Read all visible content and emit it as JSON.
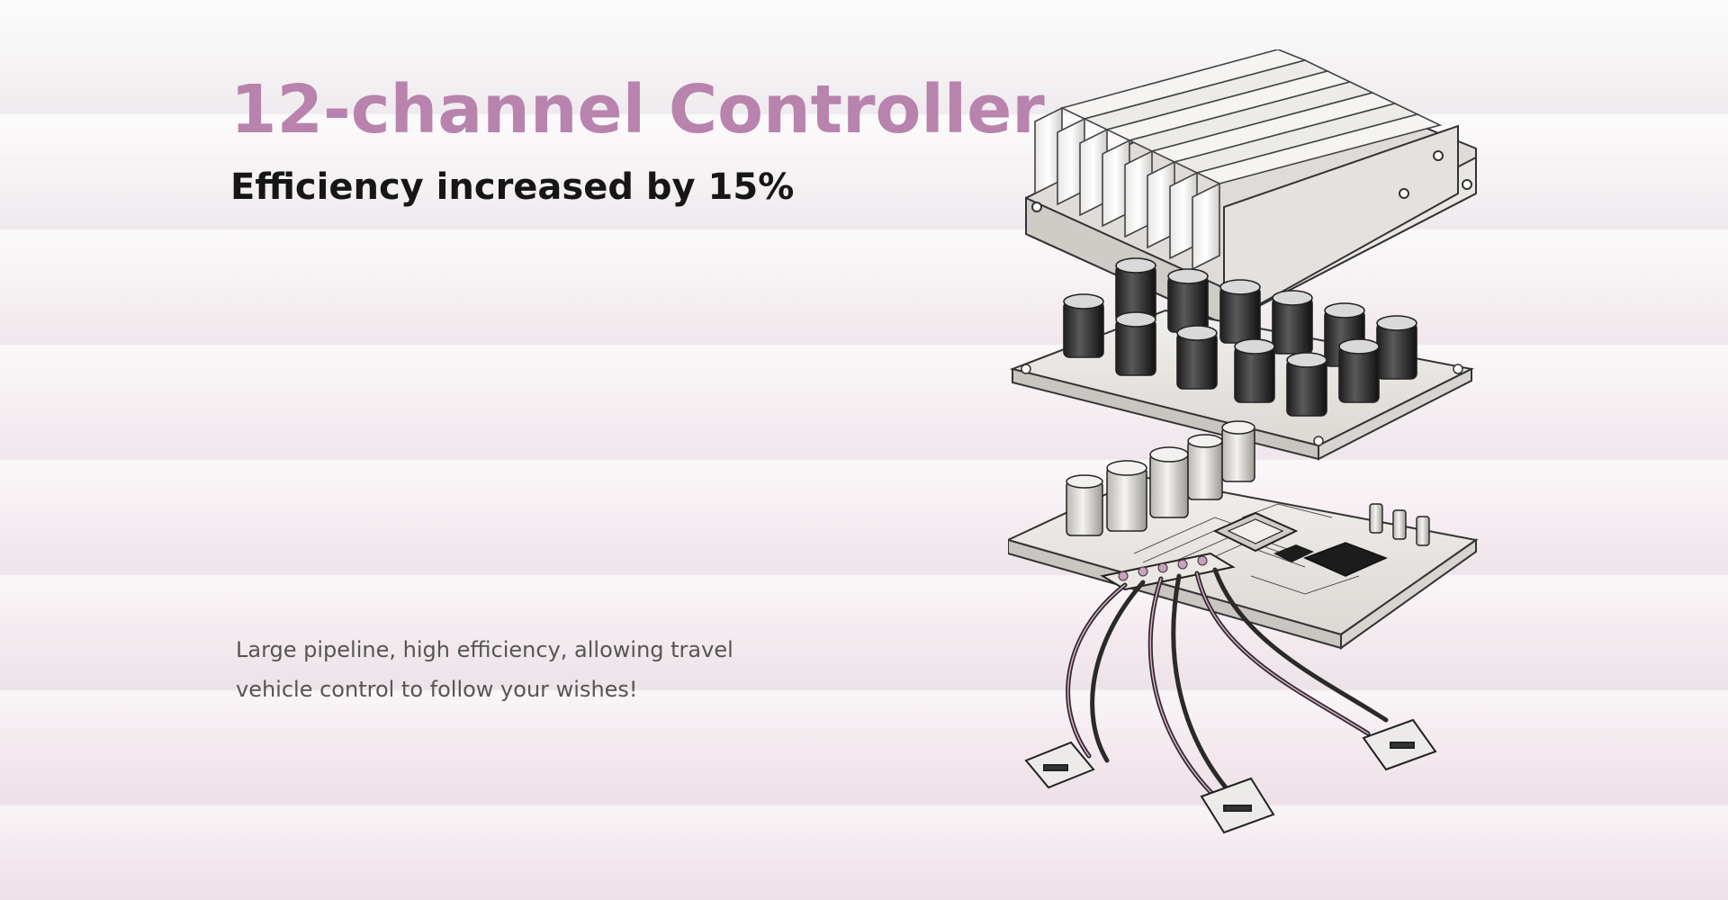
{
  "hero": {
    "title": "12-channel Controller",
    "subtitle": "Efficiency increased by 15%",
    "description_line1": "Large pipeline, high efficiency, allowing travel",
    "description_line2": "vehicle control to follow your wishes!"
  },
  "colors": {
    "title": "#b883ad",
    "subtitle": "#161616",
    "description": "#555555",
    "background": "#f6eef2"
  },
  "illustration": {
    "icon": "exploded-controller-icon"
  }
}
